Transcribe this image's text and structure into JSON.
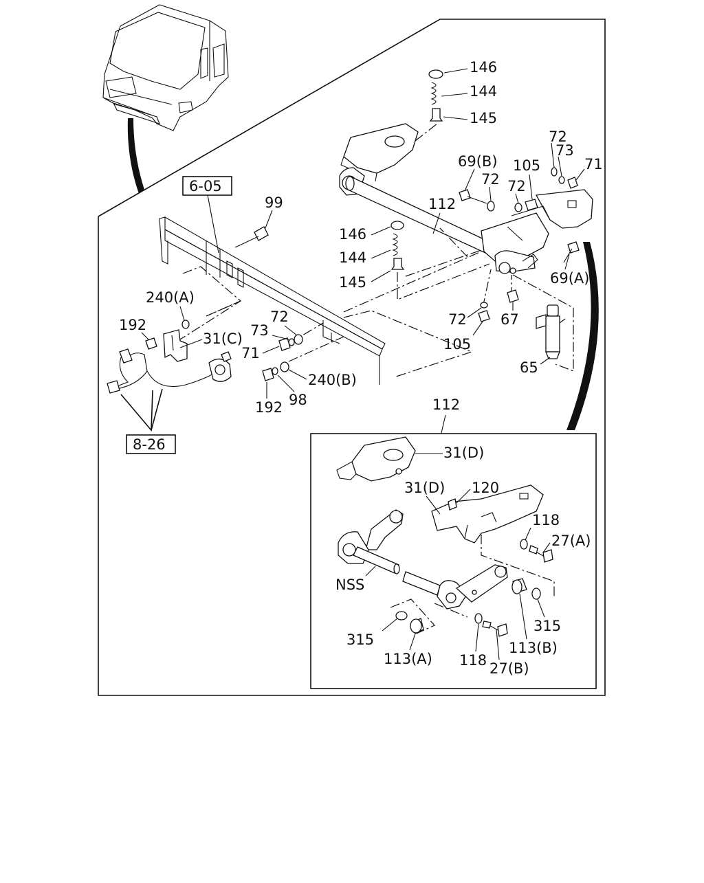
{
  "refs": {
    "ref_6_05": "6-05",
    "ref_8_26": "8-26"
  },
  "callouts": {
    "c146_top": "146",
    "c144_top": "144",
    "c145_top": "145",
    "c72_a": "72",
    "c73_a": "73",
    "c71_a": "71",
    "c69b": "69(B)",
    "c105_top": "105",
    "c72_b": "72",
    "c72_c": "72",
    "c112_main": "112",
    "c99": "99",
    "c146_mid": "146",
    "c144_mid": "144",
    "c145_mid": "145",
    "c69a": "69(A)",
    "c240a": "240(A)",
    "c192_a": "192",
    "c72_d": "72",
    "c73_b": "73",
    "c31c": "31(C)",
    "c71_b": "71",
    "c72_e": "72",
    "c67": "67",
    "c105_bot": "105",
    "c240b": "240(B)",
    "c192_b": "192",
    "c98": "98",
    "c65": "65"
  },
  "inset": {
    "title": "112",
    "c31d_a": "31(D)",
    "c31d_b": "31(D)",
    "c120": "120",
    "c118_a": "118",
    "c27a": "27(A)",
    "nss": "NSS",
    "c315_a": "315",
    "c113a": "113(A)",
    "c118_b": "118",
    "c27b": "27(B)",
    "c113b": "113(B)",
    "c315_b": "315"
  }
}
